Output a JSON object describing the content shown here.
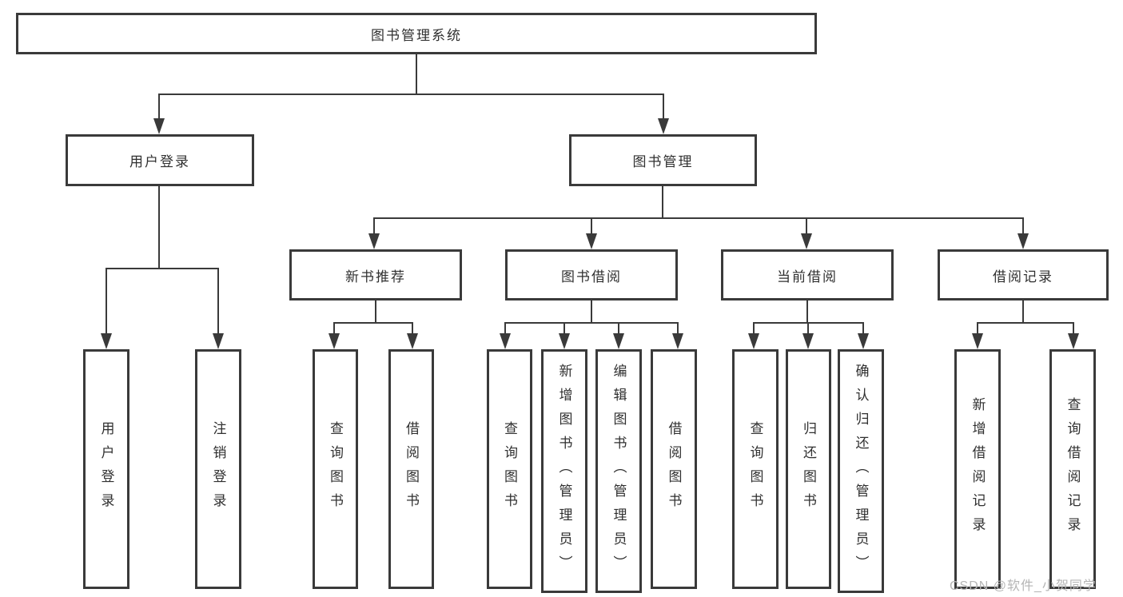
{
  "tree": {
    "label": "图书管理系统",
    "children": [
      {
        "label": "用户登录",
        "children": [
          {
            "label": "用户登录"
          },
          {
            "label": "注销登录"
          }
        ]
      },
      {
        "label": "图书管理",
        "children": [
          {
            "label": "新书推荐",
            "children": [
              {
                "label": "查询图书"
              },
              {
                "label": "借阅图书"
              }
            ]
          },
          {
            "label": "图书借阅",
            "children": [
              {
                "label": "查询图书"
              },
              {
                "label": "新增图书（管理员）"
              },
              {
                "label": "编辑图书（管理员）"
              },
              {
                "label": "借阅图书"
              }
            ]
          },
          {
            "label": "当前借阅",
            "children": [
              {
                "label": "查询图书"
              },
              {
                "label": "归还图书"
              },
              {
                "label": "确认归还（管理员）"
              }
            ]
          },
          {
            "label": "借阅记录",
            "children": [
              {
                "label": "新增借阅记录"
              },
              {
                "label": "查询借阅记录"
              }
            ]
          }
        ]
      }
    ]
  },
  "watermark": {
    "text": "CSDN @软件_小贺同学"
  },
  "colors": {
    "line": "#3a3a3a",
    "text": "#303030",
    "watermark": "#b5b5b5"
  }
}
